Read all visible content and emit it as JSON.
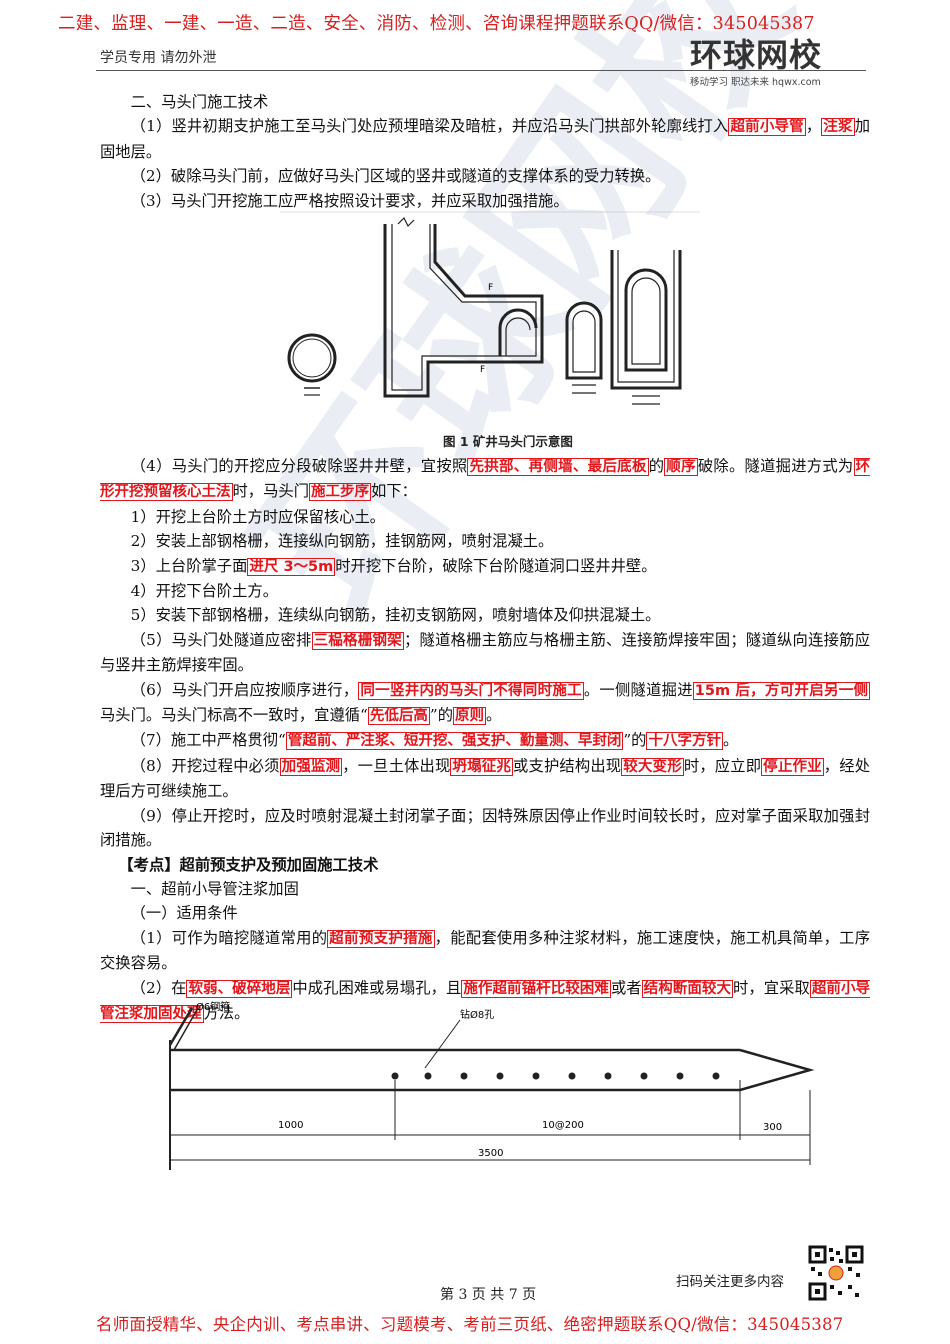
{
  "header": {
    "top_banner": "二建、监理、一建、一造、二造、安全、消防、检测、咨询课程押题联系QQ/微信：345045387",
    "note": "学员专用 请勿外泄",
    "logo_main": "环球网校",
    "logo_sub": "移动学习 职达未来   hqwx.com"
  },
  "section": {
    "title": "二、马头门施工技术",
    "p1": {
      "pre": "（1）竖井初期支护施工至马头门处应预埋暗梁及暗桩，并应沿马头门拱部外轮廓线打入",
      "hl1": "超前小导管",
      "mid": "，",
      "hl2": "注浆",
      "post": "加固地层。"
    },
    "p2": "（2）破除马头门前，应做好马头门区域的竖井或隧道的支撑体系的受力转换。",
    "p3": "（3）马头门开挖施工应严格按照设计要求，并应采取加强措施。"
  },
  "figure1": {
    "caption": "图 1  矿井马头门示意图"
  },
  "steps": {
    "p4": {
      "pre": "（4）马头门的开挖应分段破除竖井井壁，宜按照",
      "hl1": "先拱部、再侧墙、最后底板",
      "mid1": "的",
      "hl2": "顺序",
      "mid2": "破除。隧道掘进方式为",
      "hl3": "环形开挖预留核心土法",
      "mid3": "时，马头门",
      "hl4": "施工步序",
      "post": "如下："
    },
    "s1": "1）开挖上台阶土方时应保留核心土。",
    "s2": "2）安装上部钢格栅，连接纵向钢筋，挂钢筋网，喷射混凝土。",
    "s3": {
      "pre": "3）上台阶掌子面",
      "hl": "进尺 3～5m",
      "post": "时开挖下台阶，破除下台阶隧道洞口竖井井壁。"
    },
    "s4": "4）开挖下台阶土方。",
    "s5": "5）安装下部钢格栅，连续纵向钢筋，挂初支钢筋网，喷射墙体及仰拱混凝土。",
    "p5": {
      "pre": "（5）马头门处隧道应密排",
      "hl": "三榀格栅钢架",
      "post": "；隧道格栅主筋应与格栅主筋、连接筋焊接牢固；隧道纵向连接筋应与竖井主筋焊接牢固。"
    },
    "p6": {
      "pre": "（6）马头门开启应按顺序进行，",
      "hl1": "同一竖井内的马头门不得同时施工",
      "mid1": "。一侧隧道掘进",
      "hl2": "15m 后，方可开启另一侧",
      "mid2": "马头门。马头门标高不一致时，宜遵循“",
      "hl3": "先低后高",
      "mid3": "”的",
      "hl4": "原则",
      "post": "。"
    },
    "p7": {
      "pre": "（7）施工中严格贯彻“",
      "hl1": "管超前、严注浆、短开挖、强支护、勤量测、早封闭",
      "mid": "”的",
      "hl2": "十八字方针",
      "post": "。"
    },
    "p8": {
      "pre": "（8）开挖过程中必须",
      "hl1": "加强监测",
      "mid1": "，一旦土体出现",
      "hl2": "坍塌征兆",
      "mid2": "或支护结构出现",
      "hl3": "较大变形",
      "mid3": "时，应立即",
      "hl4": "停止作业",
      "post": "，经处理后方可继续施工。"
    },
    "p9": "（9）停止开挖时，应及时喷射混凝土封闭掌子面；因特殊原因停止作业时间较长时，应对掌子面采取加强封闭措施。"
  },
  "kaodian": {
    "title": "【考点】超前预支护及预加固施工技术",
    "sub1": "一、超前小导管注浆加固",
    "sub2": "（一）适用条件",
    "c1": {
      "pre": "（1）可作为暗挖隧道常用的",
      "hl": "超前预支护措施",
      "post": "，能配套使用多种注浆材料，施工速度快，施工机具简单，工序交换容易。"
    },
    "c2": {
      "pre": "（2）在",
      "hl1": "软弱、破碎地层",
      "mid1": "中成孔困难或易塌孔，且",
      "hl2": "施作超前锚杆比较困难",
      "mid2": "或者",
      "hl3": "结构断面较大",
      "mid3": "时，宜采取",
      "hl4": "超前小导管注浆加固处理",
      "post": "方法。"
    }
  },
  "figure2": {
    "label_ring": "Ø6钢箍",
    "label_hole": "钻Ø8孔",
    "dim_1000": "1000",
    "dim_mid": "10@200",
    "dim_300": "300",
    "dim_total": "3500"
  },
  "footer": {
    "qr_note": "扫码关注更多内容",
    "page": "第 3 页 共 7 页",
    "bottom_banner": "名师面授精华、央企内训、考点串讲、习题模考、考前三页纸、绝密押题联系QQ/微信：345045387"
  },
  "watermark": "环球网校"
}
